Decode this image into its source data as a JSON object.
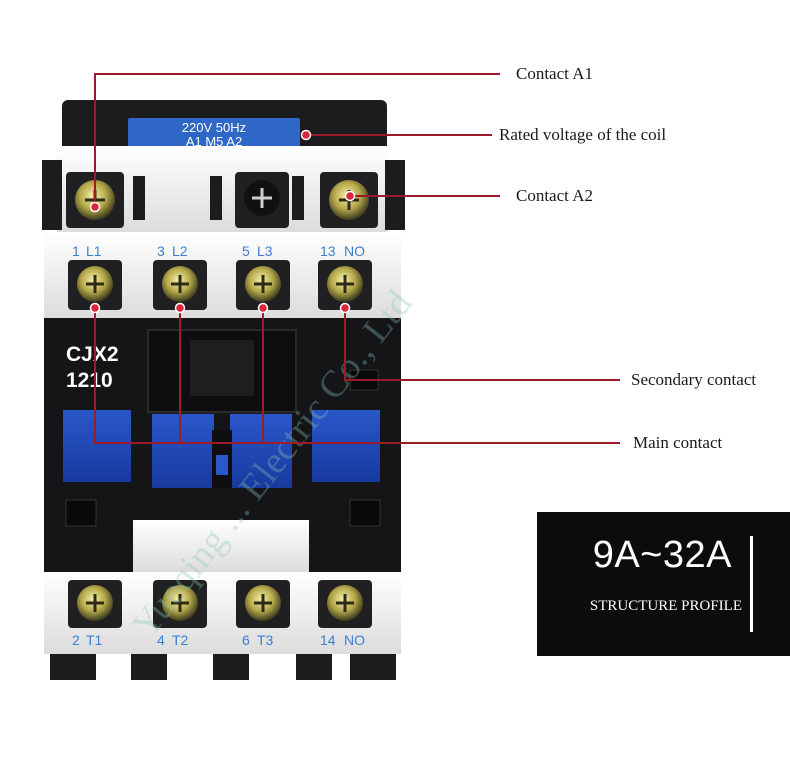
{
  "callouts": {
    "contact_a1": "Contact A1",
    "rated_voltage": "Rated voltage of the coil",
    "contact_a2": "Contact A2",
    "secondary_contact": "Secondary contact",
    "main_contact": "Main contact"
  },
  "profile": {
    "range": "9A~32A",
    "caption": "STRUCTURE PROFILE"
  },
  "device": {
    "coil_line1": "220V 50Hz",
    "coil_line2": "A1    M5    A2",
    "model_line1": "CJX2",
    "model_line2": "1210",
    "top_terminals": [
      "1",
      "3",
      "5",
      "13"
    ],
    "top_terminal_subs": [
      "L1",
      "L2",
      "L3",
      "NO"
    ],
    "bottom_terminals": [
      "2",
      "4",
      "6",
      "14"
    ],
    "bottom_terminal_subs": [
      "T1",
      "T2",
      "T3",
      "NO"
    ],
    "watermark": "Yueqing ... Electric Co., Ltd"
  },
  "colors": {
    "callout_line": "#9b1b2a",
    "callout_dot": "#d9263a",
    "housing_dark": "#151517",
    "housing_light": "#f2f2f2",
    "blue_contact": "#1d45b8",
    "coil_label": "#2f67c6",
    "profile_background": "#0c0c0c"
  }
}
